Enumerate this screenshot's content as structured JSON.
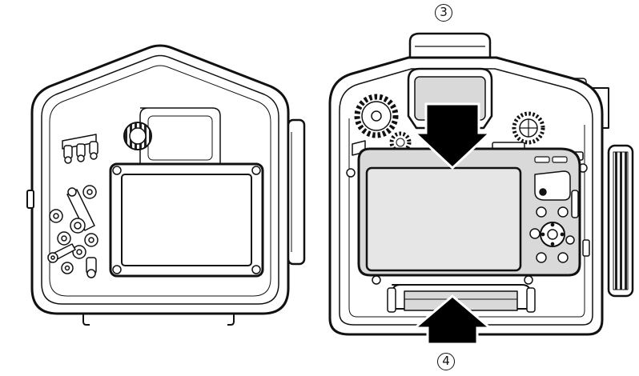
{
  "figure": {
    "callouts": [
      {
        "id": "step-3",
        "label": "3"
      },
      {
        "id": "step-4",
        "label": "4"
      }
    ],
    "colors": {
      "line": "#111111",
      "fill": "#ffffff",
      "screen": "#e6e6e6",
      "camera-body": "#d9d9d9",
      "arrow": "#000000"
    }
  }
}
